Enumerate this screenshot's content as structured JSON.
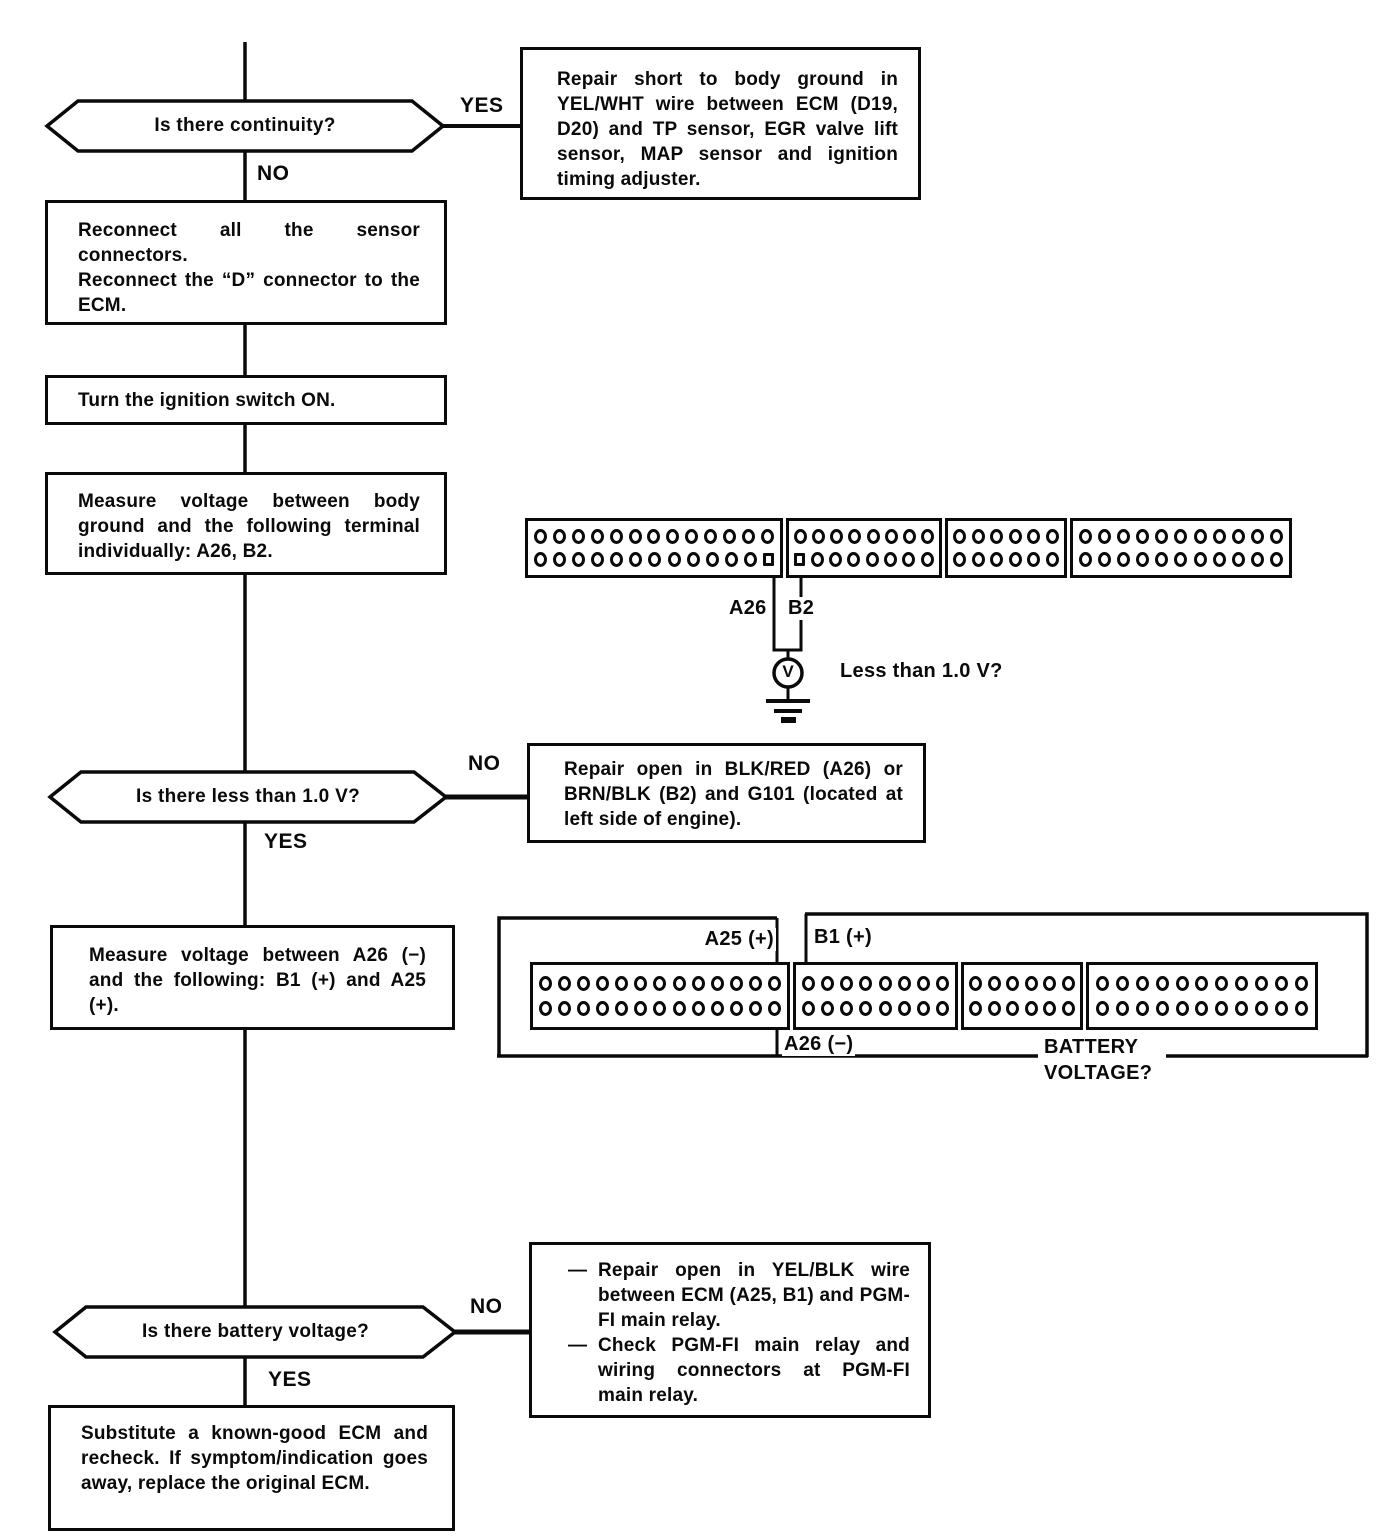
{
  "flowchart": {
    "branch_labels": {
      "yes": "YES",
      "no": "NO"
    },
    "decisions": {
      "continuity": "Is there continuity?",
      "less_than_1v": "Is there less than 1.0 V?",
      "battery_voltage": "Is there battery voltage?"
    },
    "boxes": {
      "repair_short": "Repair short to body ground in YEL/WHT wire between ECM (D19, D20) and TP sensor, EGR valve lift sensor, MAP sensor and ignition timing adjuster.",
      "reconnect": [
        "Reconnect all the sensor connectors.",
        "Reconnect the “D” connector to the ECM."
      ],
      "ignition_on": "Turn the ignition switch ON.",
      "measure_ground": "Measure voltage between body ground and the following terminal individually: A26, B2.",
      "repair_open_ground": "Repair open in BLK/RED (A26) or BRN/BLK (B2) and G101 (located at left side of engine).",
      "measure_a26": "Measure voltage between A26 (−) and the following: B1 (+) and A25 (+).",
      "repair_open_power": {
        "marker": "—",
        "items": [
          "Repair open in YEL/BLK wire between ECM (A25, B1) and PGM-FI main relay.",
          "Check PGM-FI main relay and wiring connectors at PGM-FI main relay."
        ]
      },
      "substitute_ecm": "Substitute a known-good ECM and recheck. If symptom/indication goes away, replace the original ECM."
    },
    "diagram1": {
      "terminal_a26": "A26",
      "terminal_b2": "B2",
      "meter": "V",
      "question": "Less than 1.0 V?",
      "blocks": [
        {
          "cols": 13,
          "rows": 2,
          "square": [
            [
              1,
              12
            ]
          ]
        },
        {
          "cols": 8,
          "rows": 2,
          "square": [
            [
              1,
              0
            ]
          ]
        },
        {
          "cols": 6,
          "rows": 2
        },
        {
          "cols": 11,
          "rows": 2
        }
      ]
    },
    "diagram2": {
      "a25_plus": "A25 (+)",
      "b1_plus": "B1 (+)",
      "a26_minus": "A26 (−)",
      "battery": "BATTERY",
      "voltage": "VOLTAGE?",
      "blocks": [
        {
          "cols": 13,
          "rows": 2
        },
        {
          "cols": 8,
          "rows": 2
        },
        {
          "cols": 6,
          "rows": 2
        },
        {
          "cols": 11,
          "rows": 2
        }
      ]
    }
  }
}
